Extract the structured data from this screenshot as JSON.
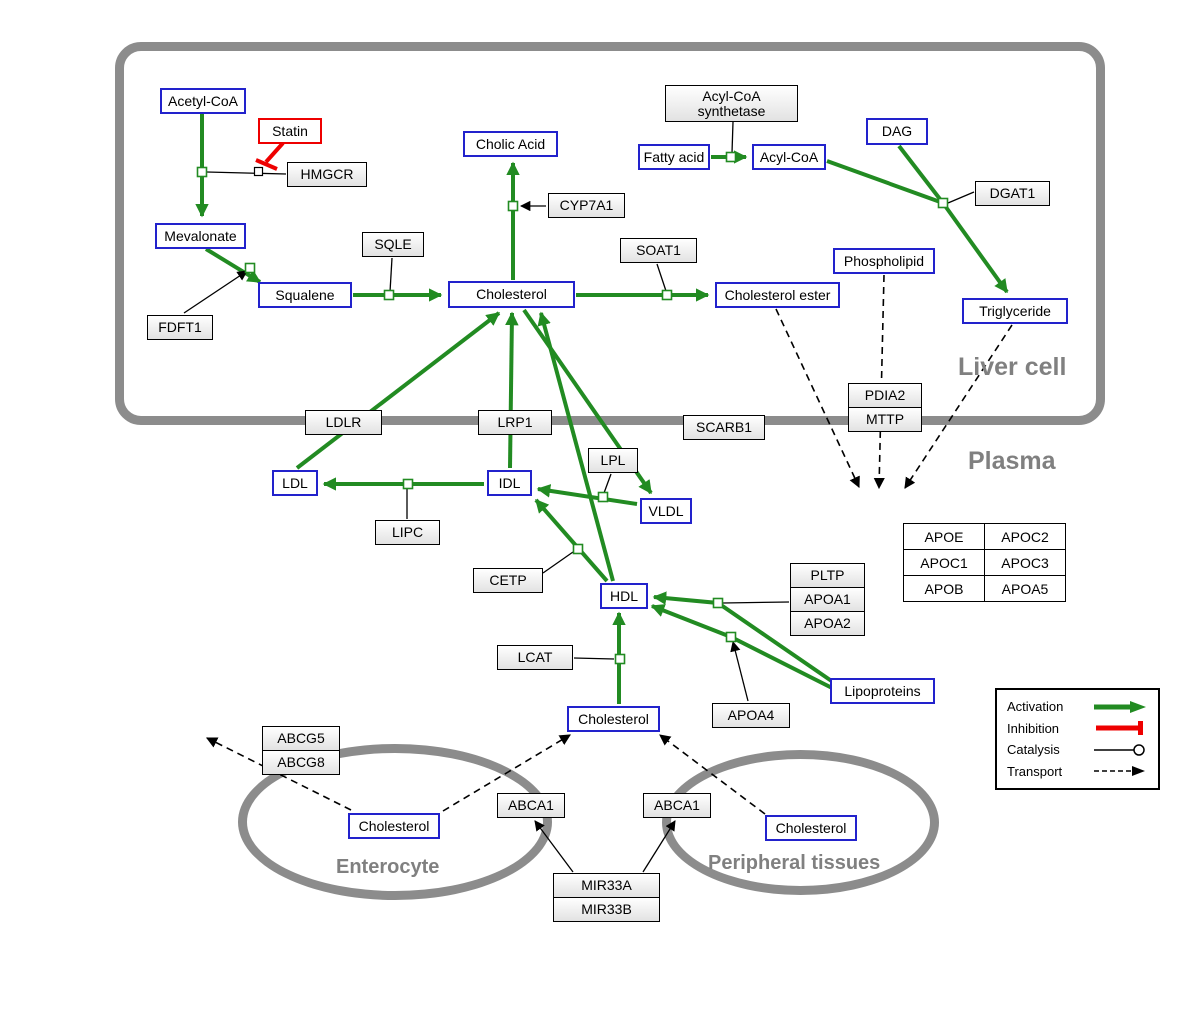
{
  "compartments": {
    "liver": "Liver cell",
    "plasma": "Plasma",
    "enterocyte": "Enterocyte",
    "peripheral": "Peripheral tissues"
  },
  "nodes": {
    "acetyl_coa": "Acetyl-CoA",
    "statin": "Statin",
    "hmgcr": "HMGCR",
    "mevalonate": "Mevalonate",
    "fdft1": "FDFT1",
    "squalene": "Squalene",
    "sqle": "SQLE",
    "cholic_acid": "Cholic Acid",
    "cyp7a1": "CYP7A1",
    "cholesterol_liver": "Cholesterol",
    "soat1": "SOAT1",
    "cholesterol_ester": "Cholesterol ester",
    "acyl_coa_synthetase": "Acyl-CoA synthetase",
    "fatty_acid": "Fatty acid",
    "acyl_coa": "Acyl-CoA",
    "dag": "DAG",
    "dgat1": "DGAT1",
    "phospholipid": "Phospholipid",
    "triglyceride": "Triglyceride",
    "ldlr": "LDLR",
    "lrp1": "LRP1",
    "scarb1": "SCARB1",
    "pdia2": "PDIA2",
    "mttp": "MTTP",
    "ldl": "LDL",
    "idl": "IDL",
    "lipc": "LIPC",
    "lpl": "LPL",
    "vldl": "VLDL",
    "cetp": "CETP",
    "hdl": "HDL",
    "pltp": "PLTP",
    "apoa1": "APOA1",
    "apoa2": "APOA2",
    "lcat": "LCAT",
    "apoa4": "APOA4",
    "lipoproteins": "Lipoproteins",
    "cholesterol_plasma": "Cholesterol",
    "abcg5": "ABCG5",
    "abcg8": "ABCG8",
    "cholesterol_enterocyte": "Cholesterol",
    "abca1_enterocyte": "ABCA1",
    "abca1_peripheral": "ABCA1",
    "cholesterol_peripheral": "Cholesterol",
    "mir33a": "MIR33A",
    "mir33b": "MIR33B"
  },
  "apo_table": {
    "rows": [
      [
        "APOE",
        "APOC2"
      ],
      [
        "APOC1",
        "APOC3"
      ],
      [
        "APOB",
        "APOA5"
      ]
    ]
  },
  "legend": {
    "activation": "Activation",
    "inhibition": "Inhibition",
    "catalysis": "Catalysis",
    "transport": "Transport"
  },
  "colors": {
    "activation": "#228B22",
    "inhibition": "#EE0000",
    "metabolite_border": "#2222CC",
    "transport": "#000000",
    "membrane": "#8C8C8C"
  }
}
